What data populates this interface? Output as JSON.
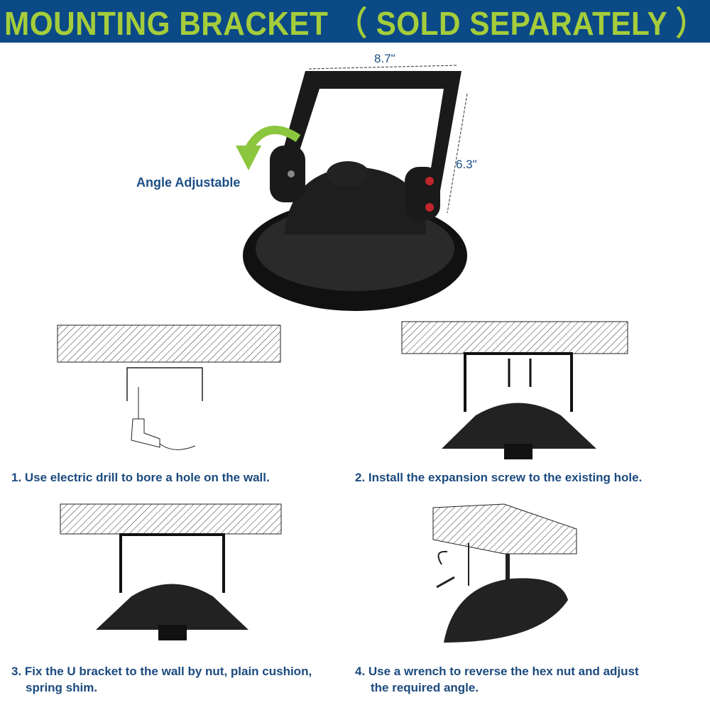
{
  "header": {
    "title": "MOUNTING BRACKET （ SOLD SEPARATELY ）"
  },
  "product": {
    "width_label": "8.7\"",
    "height_label": "6.3\"",
    "angle_label": "Angle Adjustable"
  },
  "steps": [
    {
      "text": "1. Use electric drill to bore a hole on the wall."
    },
    {
      "text": "2. Install the expansion screw to the existing hole."
    },
    {
      "text": "3. Fix the U bracket to the wall by nut, plain cushion,",
      "text2": "spring shim."
    },
    {
      "text": "4. Use a wrench to reverse the hex nut and adjust",
      "text2": "the required angle."
    }
  ],
  "colors": {
    "header_bg": "#0b4a86",
    "header_text": "#a5cd3b",
    "caption_text": "#1b4a7e",
    "arrow": "#8cc63f"
  }
}
